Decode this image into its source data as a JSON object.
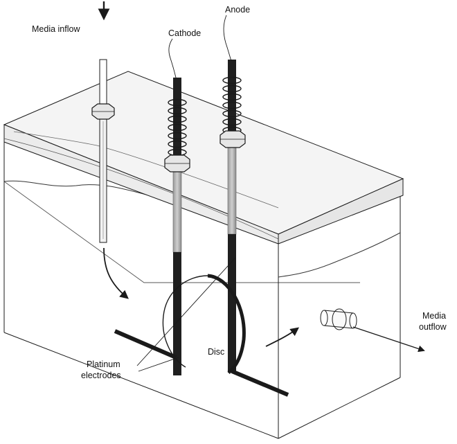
{
  "labels": {
    "media_inflow": "Media inflow",
    "cathode": "Cathode",
    "anode": "Anode",
    "disc": "Disc",
    "media_outflow_line1": "Media",
    "media_outflow_line2": "outflow",
    "platinum_line1": "Platinum",
    "platinum_line2": "electrodes"
  },
  "colors": {
    "line": "#1a1a1a",
    "rod": "#1f1f1f",
    "glass": "#f4f4f4",
    "background": "#ffffff"
  }
}
